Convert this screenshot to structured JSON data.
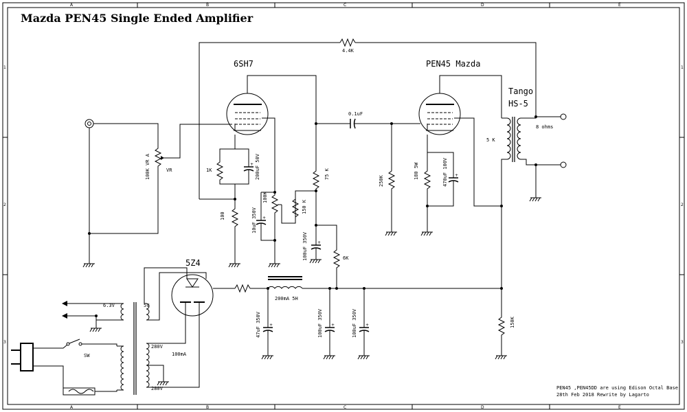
{
  "title": "Mazda PEN45 Single Ended Amplifier",
  "frame": {
    "columns": [
      "A",
      "B",
      "C",
      "D",
      "E"
    ],
    "rows": [
      "1",
      "2",
      "3"
    ]
  },
  "tubes": {
    "v1": "6SH7",
    "v2": "PEN45 Mazda",
    "rectifier": "5Z4"
  },
  "output_transformer": {
    "name_line1": "Tango",
    "name_line2": "HS-5",
    "primary": "5 K",
    "secondary": "8 ohms"
  },
  "components": {
    "feedback_r": "4.4K",
    "coupling_c": "0.1uF",
    "volume_pot": "100K VR A",
    "vr_label": "VR",
    "cathode_r": "1K",
    "cathode_c": "200uF 50V",
    "fb_shunt_r": "100",
    "screen_pot": "100K",
    "screen_c": "10uF 350V",
    "screen_r": "150 K",
    "plate_load": "75 K",
    "decouple_c": "100uF 350V",
    "decouple_r": "6K",
    "grid_leak": "250K",
    "out_cathode_r": "180 5W",
    "out_cathode_c": "470uF 100V",
    "choke": "200mA 5H",
    "filter_c1": "47uF 350V",
    "filter_c2": "100uF 350V",
    "filter_c3": "100uF 350V",
    "bleeder": "150K"
  },
  "power": {
    "heater_63": "6.3V",
    "heater_5": "5V",
    "hv_top": "280V",
    "hv_bottom": "280V",
    "current": "100mA",
    "switch": "SW"
  },
  "notes": {
    "line1": "PEN45 ,PEN45DD are using Edison Octal Base",
    "line2": "28th Feb 2018 Rewrite by Lagarto"
  }
}
